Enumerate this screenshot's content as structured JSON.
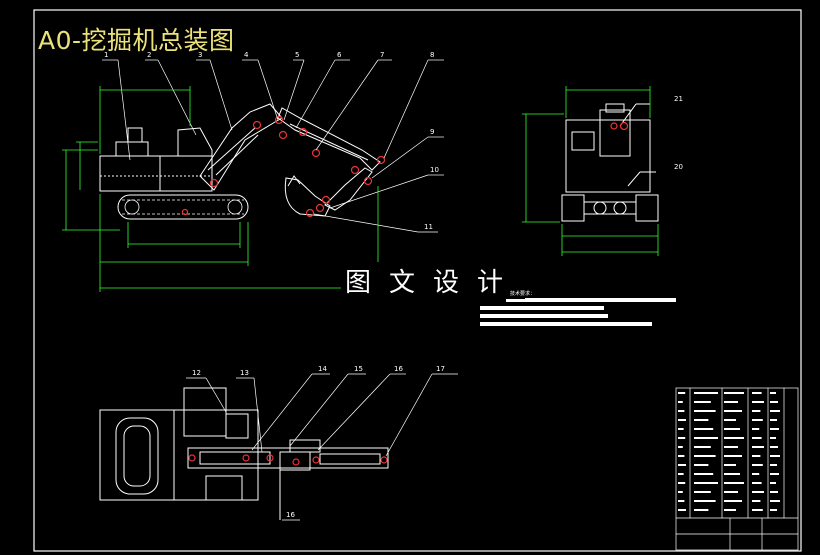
{
  "title": "A0-挖掘机总装图",
  "watermark": "图文设计",
  "note": "技术要求：",
  "part_numbers": [
    "1",
    "2",
    "3",
    "4",
    "5",
    "6",
    "7",
    "8",
    "9",
    "10",
    "11",
    "12",
    "13",
    "14",
    "15",
    "16",
    "17",
    "20",
    "21"
  ]
}
